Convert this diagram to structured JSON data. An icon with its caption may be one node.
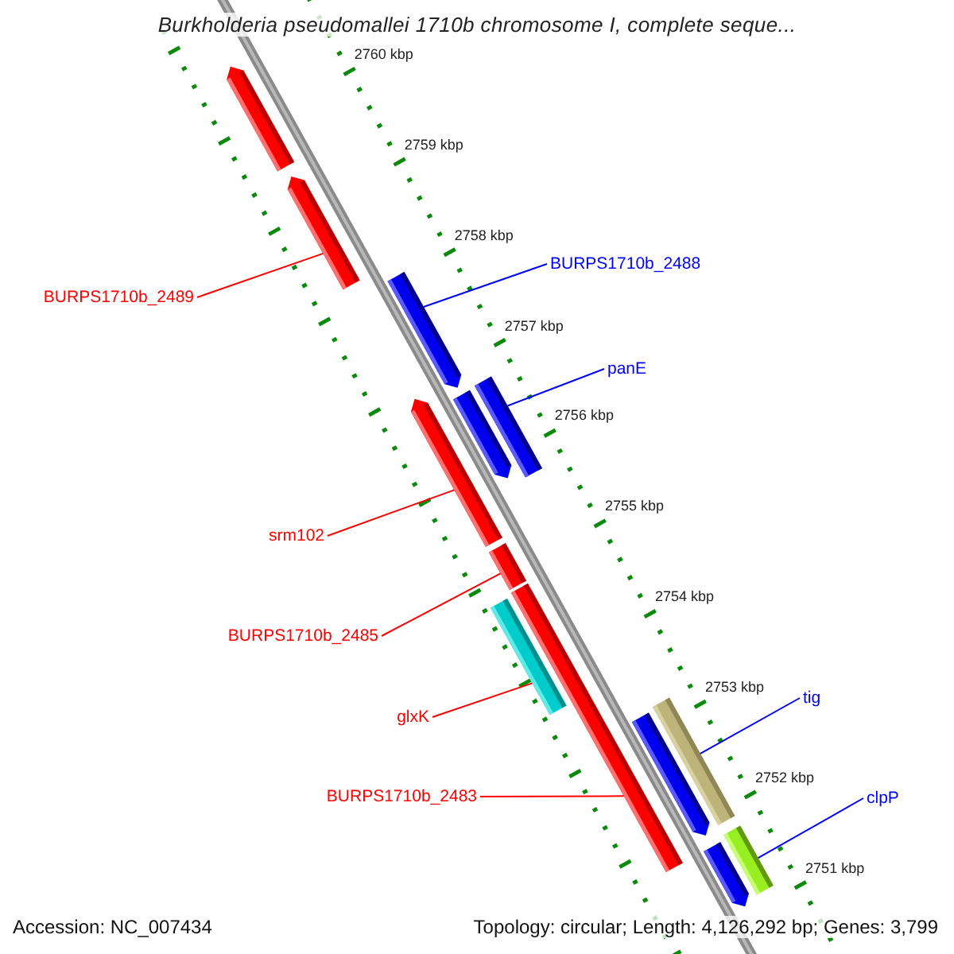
{
  "diagram": {
    "title": "Burkholderia pseudomallei 1710b chromosome I, complete seque...",
    "nodes": [
      {
        "text": [],
        "shape": "bar"
      },
      {
        "text": [],
        "shape": "bar"
      },
      {
        "text": [],
        "shape": "bar"
      },
      {
        "text": [],
        "shape": "bar"
      },
      {
        "text": [],
        "shape": "bar"
      },
      {
        "text": [],
        "shape": "bar"
      },
      {
        "text": [],
        "shape": "bar"
      },
      {
        "text": [],
        "shape": "bar"
      },
      {
        "text": [],
        "shape": "bar"
      },
      {
        "text": [],
        "shape": "bar"
      },
      {
        "text": [],
        "shape": "bar"
      },
      {
        "text": [],
        "shape": "bar"
      },
      {
        "text": [],
        "shape": "bar"
      },
      {
        "text": [
          "BURPS1710b_2488"
        ]
      },
      {
        "text": [
          "BURPS1710b_2489"
        ]
      },
      {
        "text": [
          "panE"
        ]
      },
      {
        "text": [
          "srm102"
        ]
      },
      {
        "text": [
          "BURPS1710b_2485"
        ]
      },
      {
        "text": [
          "tig"
        ]
      },
      {
        "text": [
          "glxK"
        ]
      },
      {
        "text": [
          "BURPS1710b_2483"
        ]
      },
      {
        "text": [
          "clpP"
        ]
      }
    ],
    "edges": [
      {
        "from": 13,
        "to": 2,
        "arrow": "none",
        "color": "#0000ff"
      },
      {
        "from": 14,
        "to": 1,
        "arrow": "none"
      },
      {
        "from": 15,
        "to": 4,
        "arrow": "none",
        "color": "#0000ff"
      },
      {
        "from": 16,
        "to": 3,
        "arrow": "none"
      },
      {
        "from": 17,
        "to": 6,
        "arrow": "none"
      },
      {
        "from": 18,
        "to": 9,
        "arrow": "none",
        "color": "#0000ff"
      },
      {
        "from": 19,
        "to": 8,
        "arrow": "none"
      },
      {
        "from": 20,
        "to": 7,
        "arrow": "none"
      },
      {
        "from": 21,
        "to": 11,
        "arrow": "none",
        "color": "#0000ff"
      }
    ],
    "labels": [
      "2760 kbp",
      "2759 kbp",
      "2758 kbp",
      "2757 kbp",
      "2756 kbp",
      "2755 kbp",
      "2754 kbp",
      "2753 kbp",
      "2752 kbp",
      "2751 kbp",
      "Accession: NC_007434",
      "Topology: circular; Length: 4,126,292 bp; Genes: 3,799"
    ]
  }
}
